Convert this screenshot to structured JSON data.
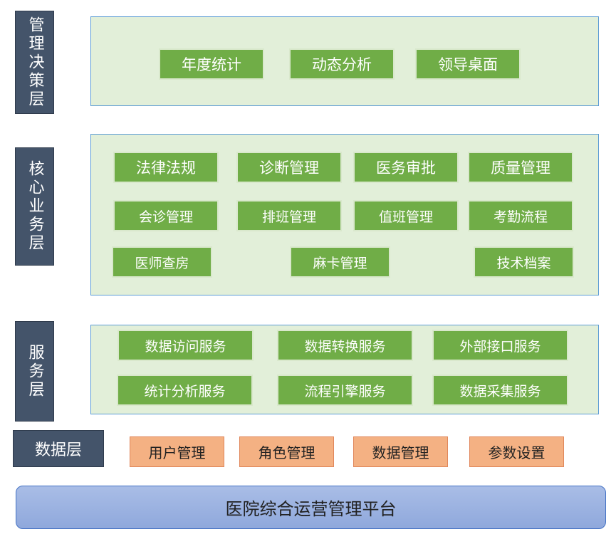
{
  "layers": {
    "management": {
      "label": "管理决策层",
      "items": [
        "年度统计",
        "动态分析",
        "领导桌面"
      ]
    },
    "core": {
      "label": "核心业务层",
      "items": [
        "法律法规",
        "诊断管理",
        "医务审批",
        "质量管理",
        "会诊管理",
        "排班管理",
        "值班管理",
        "考勤流程",
        "医师查房",
        "麻卡管理",
        "技术档案"
      ]
    },
    "service": {
      "label": "服务层",
      "items": [
        "数据访问服务",
        "数据转换服务",
        "外部接口服务",
        "统计分析服务",
        "流程引擎服务",
        "数据采集服务"
      ]
    },
    "data": {
      "label": "数据层",
      "items": [
        "用户管理",
        "角色管理",
        "数据管理",
        "参数设置"
      ]
    }
  },
  "platform": {
    "label": "医院综合运营管理平台"
  },
  "colors": {
    "label_bg": "#44546a",
    "panel_bg": "#e2efd9",
    "panel_border": "#5b9bd5",
    "module_green": "#70ad47",
    "module_orange": "#f4b183",
    "platform_blue": "#a9bde6"
  }
}
